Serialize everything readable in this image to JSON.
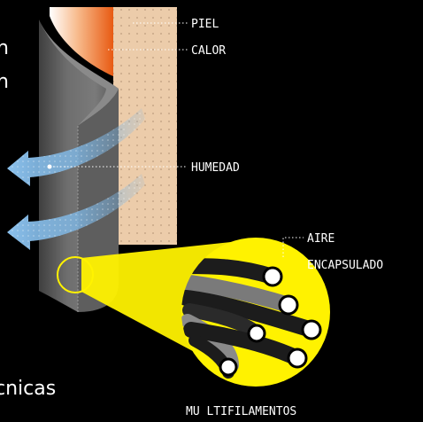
{
  "labels": {
    "piel": "PIEL",
    "calor": "CALOR",
    "humedad": "HUMEDAD",
    "aire_line1": "AIRE",
    "aire_line2": "ENCAPSULADO",
    "multifilamentos": "MU LTIFILAMENTOS"
  },
  "cropped_text": {
    "top_left_1": "n",
    "top_left_2": "n",
    "bottom_left": "cnicas"
  },
  "colors": {
    "background": "#000000",
    "skin": "#ecccaa",
    "heat_start": "#ffffff",
    "heat_end": "#e85a12",
    "fabric": "#6b6b6b",
    "fabric_dark": "#4c4c4c",
    "moisture": "#7fb8e6",
    "highlight": "#fff200"
  }
}
